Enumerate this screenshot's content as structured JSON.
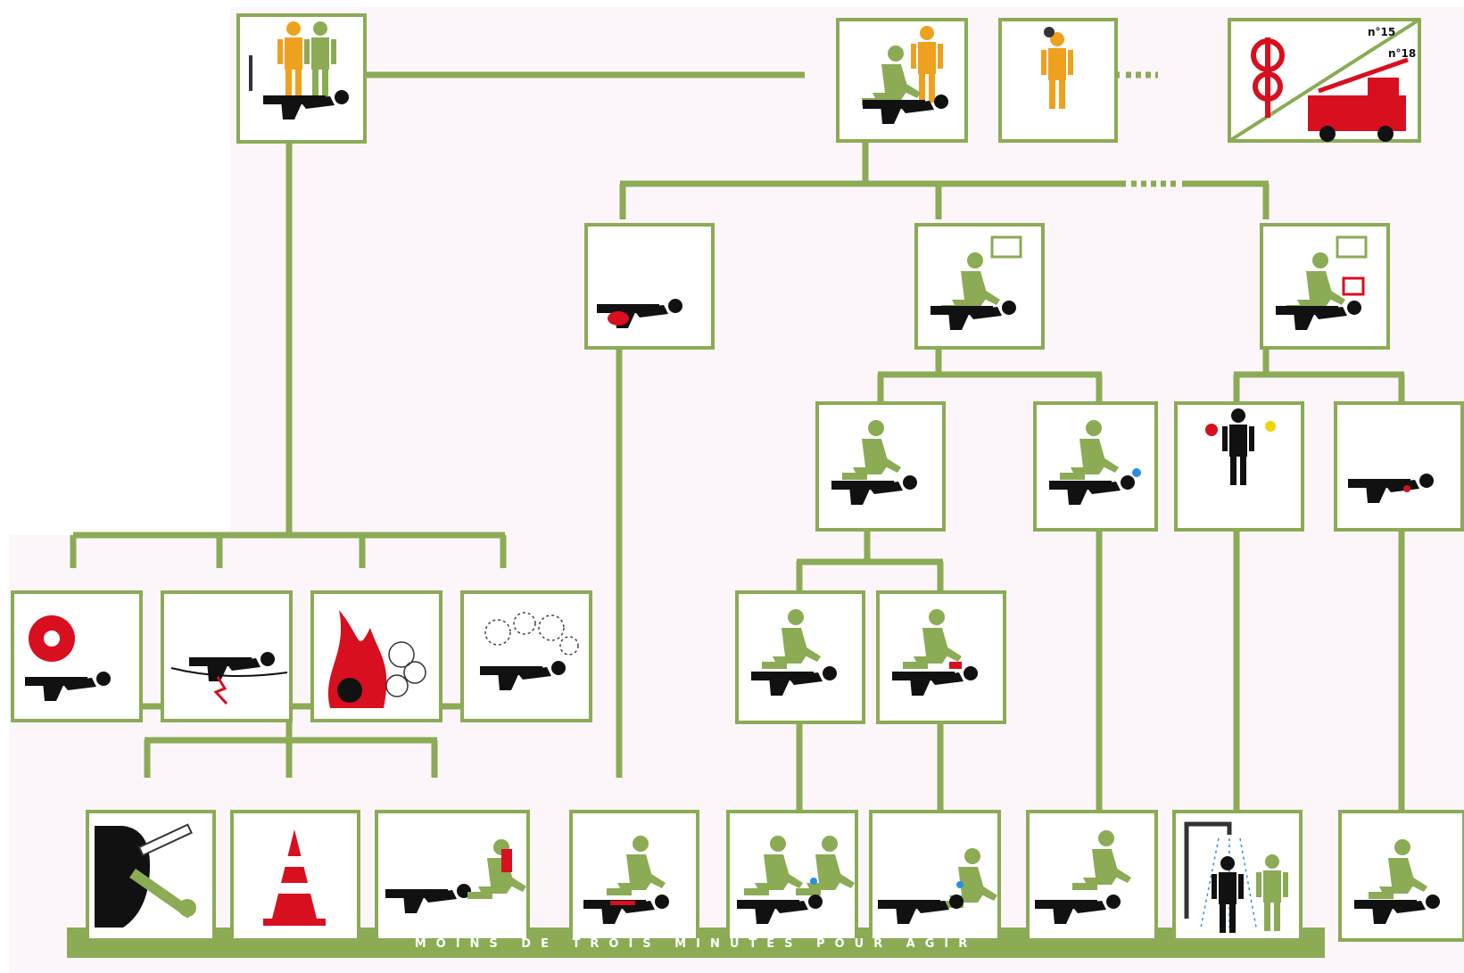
{
  "diagram": {
    "footer_label": "MOINS DE TROIS MINUTES POUR AGIR",
    "colors": {
      "frame_green": "#8bab55",
      "person_green": "#8bab55",
      "person_orange": "#eea11e",
      "victim_black": "#111111",
      "danger_red": "#d80f1e",
      "water_blue": "#2a8fe0",
      "background_pink": "#fcf6fb"
    },
    "nodes": [
      {
        "id": "protect-scene",
        "icon": "rescuer-witness-protect-icon"
      },
      {
        "id": "assess-victim",
        "icon": "rescuer-kneeling-assess-icon"
      },
      {
        "id": "call-for-help",
        "icon": "phone-call-icon"
      },
      {
        "id": "emergency-services",
        "icon": "ambulance-fire-truck-icon",
        "labels": [
          "n°15",
          "n°18"
        ]
      },
      {
        "id": "bleeding-victim",
        "icon": "victim-bleeding-icon"
      },
      {
        "id": "victim-unconscious",
        "icon": "speech-bubble-check-icon"
      },
      {
        "id": "victim-conscious",
        "icon": "speech-bubble-complaint-icon"
      },
      {
        "id": "breathing-check",
        "icon": "rescuer-kneeling-icon"
      },
      {
        "id": "not-breathing",
        "icon": "victim-no-breathing-icon"
      },
      {
        "id": "burned-person",
        "icon": "burned-person-icon"
      },
      {
        "id": "wounded-victim",
        "icon": "victim-wound-icon"
      },
      {
        "id": "breathing-yes",
        "icon": "breathing-check-icon"
      },
      {
        "id": "breathing-no",
        "icon": "breathing-absent-icon"
      },
      {
        "id": "danger-traffic",
        "icon": "traffic-danger-icon"
      },
      {
        "id": "danger-electric",
        "icon": "electric-danger-icon"
      },
      {
        "id": "danger-fire",
        "icon": "fire-explosion-icon"
      },
      {
        "id": "danger-gas",
        "icon": "toxic-gas-icon"
      },
      {
        "id": "cut-power",
        "icon": "power-switch-icon"
      },
      {
        "id": "mark-area",
        "icon": "traffic-cone-icon"
      },
      {
        "id": "evacuate-victim",
        "icon": "drag-victim-icon"
      },
      {
        "id": "compress-bleeding",
        "icon": "compression-icon"
      },
      {
        "id": "cpr",
        "icon": "cpr-icon"
      },
      {
        "id": "recovery-position",
        "icon": "recovery-position-icon"
      },
      {
        "id": "comfort-position",
        "icon": "comfort-position-icon"
      },
      {
        "id": "cool-burn",
        "icon": "shower-cooling-icon"
      },
      {
        "id": "dress-wound",
        "icon": "dressing-icon"
      }
    ]
  }
}
